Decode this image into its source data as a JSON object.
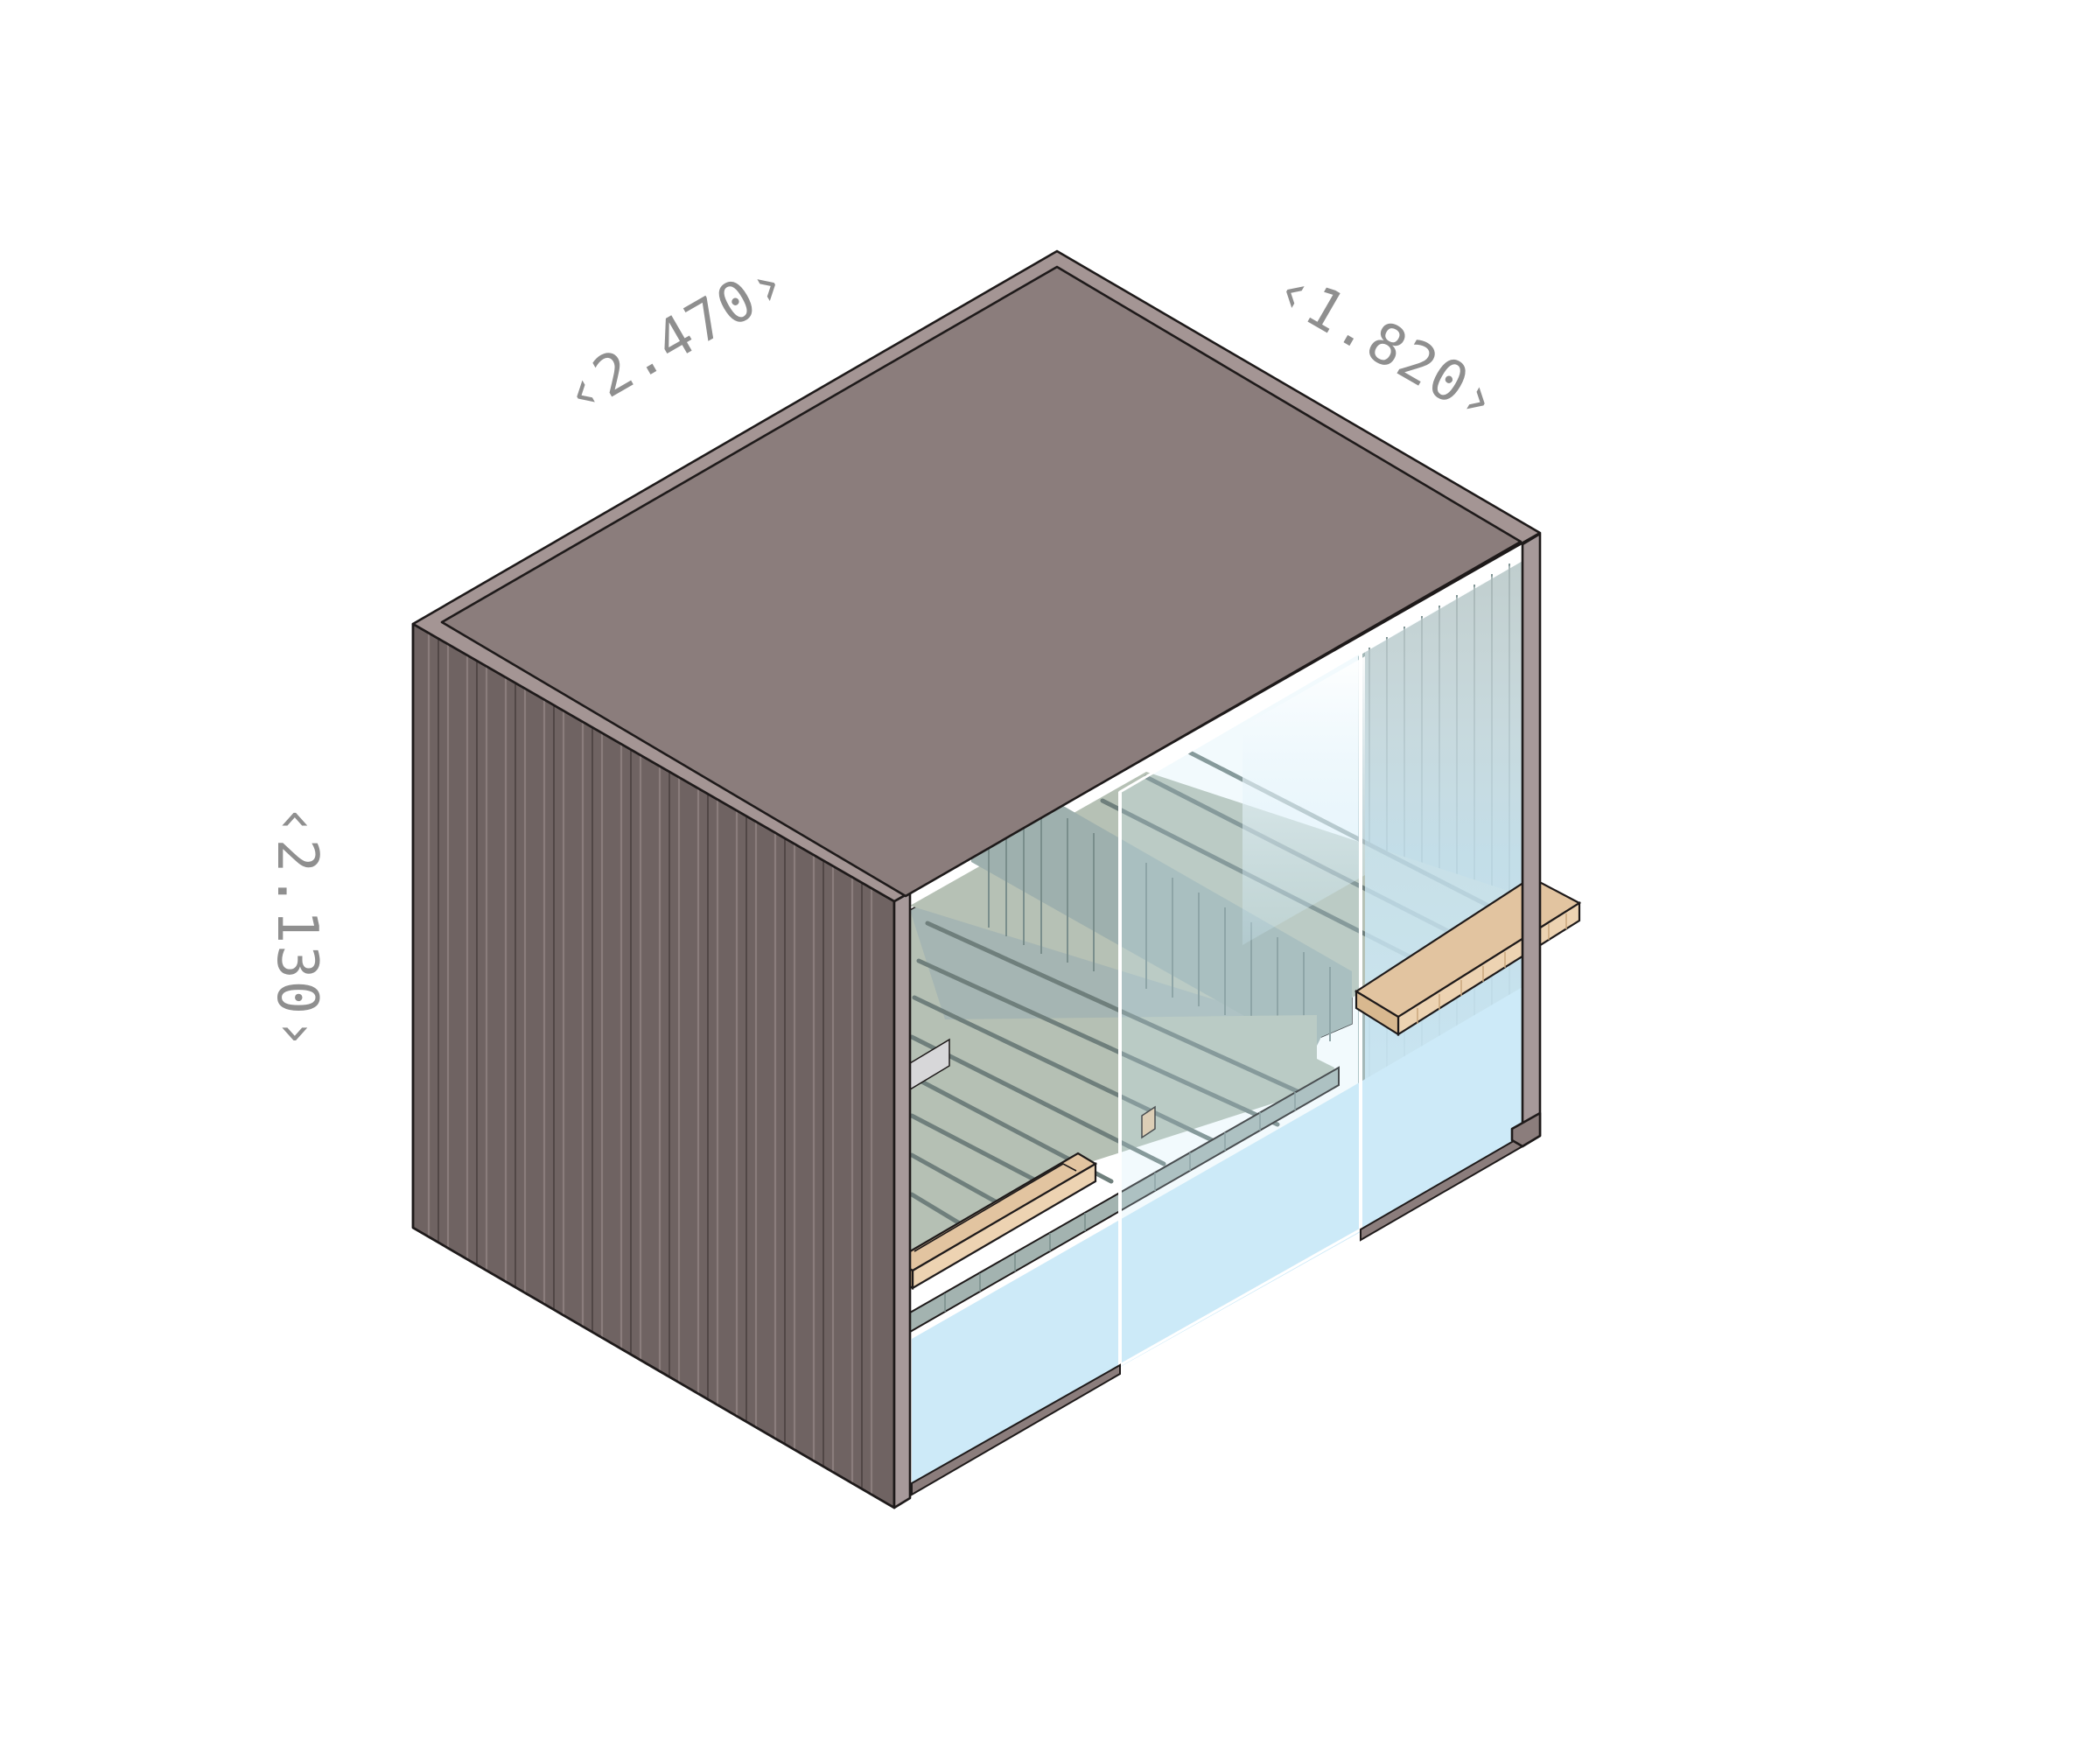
{
  "diagram": {
    "dimensions": {
      "width": "‹2.470›",
      "depth": "‹1.820›",
      "height": "‹2.130›"
    },
    "colors": {
      "roof": "#8b7d7c",
      "roof_edge": "#a49594",
      "side_cladding": "#6f6362",
      "cladding_stripe": "#8a7d7c",
      "frame_post": "#a6999a",
      "interior_wall": "#9fb2b2",
      "floor_boards": "#b8c2b6",
      "glass": "#cdeaf8",
      "wood_bench": "#e2c4a0",
      "outline": "#1e1a1a",
      "label_text": "#8f8f8f"
    }
  }
}
